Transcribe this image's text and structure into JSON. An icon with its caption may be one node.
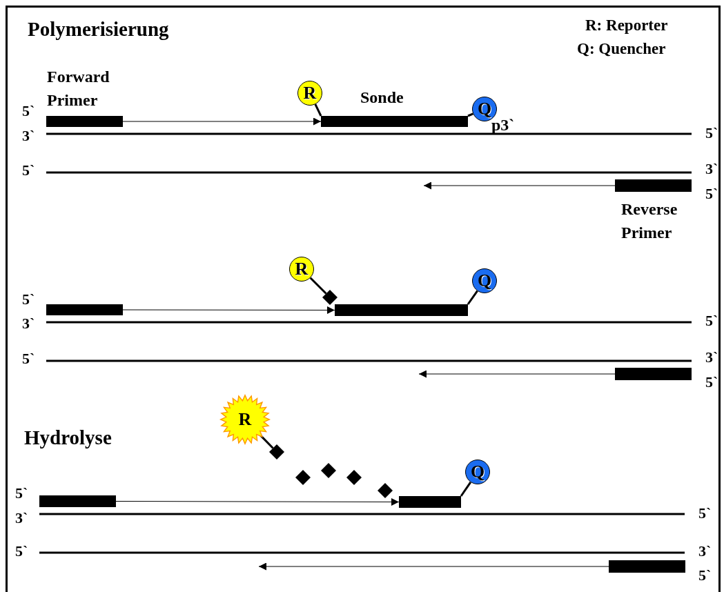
{
  "diagram": {
    "nodes": [
      {
        "text": [
          "Forward Primer"
        ]
      },
      {
        "text": [
          "R"
        ]
      },
      {
        "text": [
          "Sonde"
        ]
      },
      {
        "text": [
          "Q"
        ]
      },
      {
        "text": [
          "Reverse Primer"
        ]
      },
      {
        "text": [],
        "shape": "bar"
      },
      {
        "text": [
          "R"
        ]
      },
      {
        "text": [],
        "shape": "diamond"
      },
      {
        "text": [],
        "shape": "bar"
      },
      {
        "text": [
          "Q"
        ]
      },
      {
        "text": [],
        "shape": "bar"
      },
      {
        "text": [],
        "shape": "bar"
      },
      {
        "text": [
          "R"
        ]
      },
      {
        "text": [],
        "shape": "diamond"
      },
      {
        "text": [],
        "shape": "diamond"
      },
      {
        "text": [],
        "shape": "diamond"
      },
      {
        "text": [],
        "shape": "diamond"
      },
      {
        "text": [],
        "shape": "diamond"
      },
      {
        "text": [],
        "shape": "bar"
      },
      {
        "text": [
          "Q"
        ]
      },
      {
        "text": [],
        "shape": "bar"
      }
    ],
    "edges": [
      {
        "from": 0,
        "to": 2,
        "arrow": "to"
      },
      {
        "from": 1,
        "to": 2,
        "arrow": "none",
        "style": "thick"
      },
      {
        "from": 2,
        "to": 3,
        "arrow": "none",
        "style": "thick"
      },
      {
        "from": 4,
        "to": null,
        "arrow": "to"
      },
      {
        "from": 5,
        "to": 8,
        "arrow": "to"
      },
      {
        "from": 6,
        "to": 7,
        "arrow": "none",
        "style": "thick"
      },
      {
        "from": 8,
        "to": 9,
        "arrow": "none",
        "style": "thick"
      },
      {
        "from": 10,
        "to": null,
        "arrow": "to"
      },
      {
        "from": 11,
        "to": 18,
        "arrow": "to"
      },
      {
        "from": 12,
        "to": 13,
        "arrow": "none",
        "style": "thick"
      },
      {
        "from": 18,
        "to": 19,
        "arrow": "none",
        "style": "thick"
      },
      {
        "from": 20,
        "to": null,
        "arrow": "to"
      }
    ],
    "labels": [
      "Polymerisierung",
      "R: Reporter",
      "Q: Quencher",
      "5`",
      "p3`",
      "3`",
      "5`",
      "5`",
      "3`",
      "5`",
      "5`",
      "3`",
      "5`",
      "5`",
      "3`",
      "5`",
      "Hydrolyse",
      "5`",
      "3`",
      "5`",
      "5`",
      "3`",
      "5`"
    ]
  }
}
